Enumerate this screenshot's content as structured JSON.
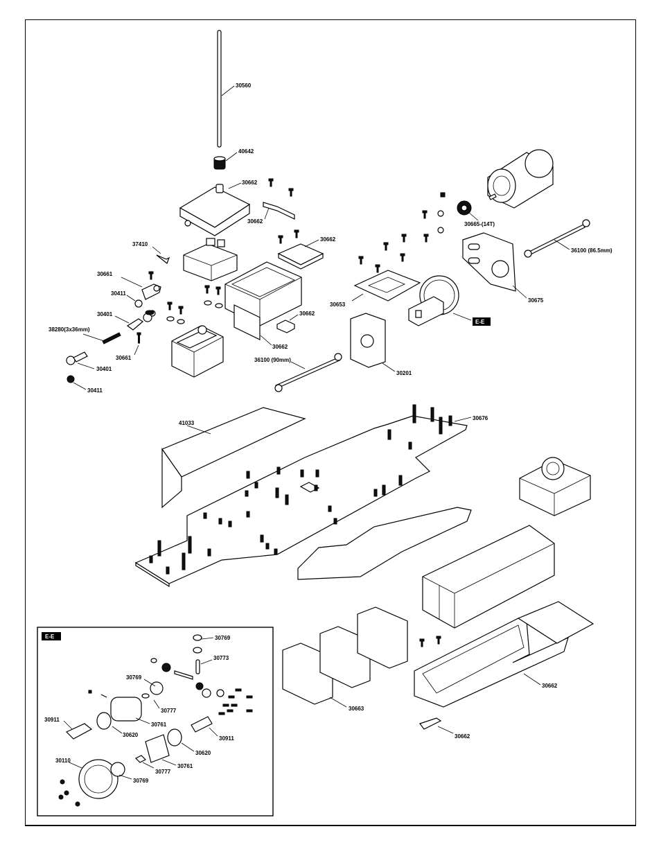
{
  "callouts": {
    "p30560": "30560",
    "p40642": "40642",
    "p30662_rx_top": "30662",
    "p30662_mount": "30662",
    "p37410": "37410",
    "p30662_lid": "30662",
    "p30661_a": "30661",
    "p30411_a": "30411",
    "p30401_a": "30401",
    "p38280": "38280(3x36mm)",
    "p30661_b": "30661",
    "p30401_b": "30401",
    "p30411_b": "30411",
    "p30662_box": "30662",
    "p30662_clip": "30662",
    "p36100_90": "36100 (90mm)",
    "p30665": "30665-(14T)",
    "p36100_865": "36100 (86.5mm)",
    "p30675": "30675",
    "p30653": "30653",
    "p30201": "30201",
    "p41033": "41033",
    "p30676": "30676",
    "p30662_tray": "30662",
    "p30662_tray_clip": "30662",
    "p30663": "30663"
  },
  "detail_tag": "E-E",
  "detail_inset": {
    "tag": "E-E",
    "labels": {
      "i30769_top": "30769",
      "i30773": "30773",
      "i30769_mid": "30769",
      "i30777_top": "30777",
      "i30761_top": "30761",
      "i30911_left": "30911",
      "i30620_left": "30620",
      "i30911_right": "30911",
      "i30620_right": "30620",
      "i30761_bot": "30761",
      "i30110": "30110",
      "i30777_bot": "30777",
      "i30769_bot": "30769"
    }
  }
}
